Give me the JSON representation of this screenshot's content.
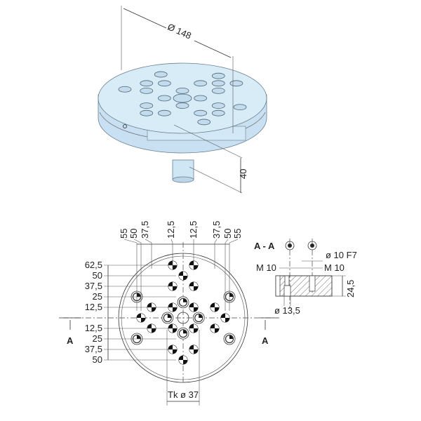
{
  "iso_view": {
    "diameter_label": "Ø 148",
    "height_label": "40",
    "colors": {
      "body": "#cfe6f5",
      "top": "#d8ecf8",
      "edge": "#6a7f8e"
    }
  },
  "plan_view": {
    "col_labels_left": [
      "55",
      "50",
      "37,5",
      "12,5"
    ],
    "col_labels_right": [
      "12,5",
      "37,5",
      "50",
      "55"
    ],
    "row_labels_top": [
      "62,5",
      "50",
      "37,5",
      "25",
      "12,5"
    ],
    "row_labels_bottom": [
      "12,5",
      "25",
      "37,5",
      "50"
    ],
    "section_mark_left": "A",
    "section_mark_right": "A",
    "pitch_circle_label": "Tk ø 37",
    "threaded_holes_mm": [
      [
        -12.5,
        62.5
      ],
      [
        12.5,
        62.5
      ],
      [
        0,
        50
      ],
      [
        -12.5,
        37.5
      ],
      [
        12.5,
        37.5
      ],
      [
        -37.5,
        12.5
      ],
      [
        -12.5,
        12.5
      ],
      [
        12.5,
        12.5
      ],
      [
        37.5,
        12.5
      ],
      [
        -50,
        0
      ],
      [
        50,
        0
      ],
      [
        -37.5,
        -12.5
      ],
      [
        -12.5,
        -12.5
      ],
      [
        12.5,
        -12.5
      ],
      [
        37.5,
        -12.5
      ],
      [
        -12.5,
        -37.5
      ],
      [
        12.5,
        -37.5
      ],
      [
        0,
        -50
      ]
    ],
    "fit_holes_mm": [
      [
        -55,
        25
      ],
      [
        55,
        25
      ],
      [
        -55,
        -25
      ],
      [
        55,
        -25
      ],
      [
        0,
        18.5
      ],
      [
        0,
        -18.5
      ],
      [
        -18.5,
        0
      ],
      [
        18.5,
        0
      ]
    ]
  },
  "section_view": {
    "title": "A - A",
    "fit_label": "ø 10 F7",
    "thread_left": "M 10",
    "thread_right": "M 10",
    "thickness": "24,5",
    "counterbore": "ø 13,5"
  }
}
